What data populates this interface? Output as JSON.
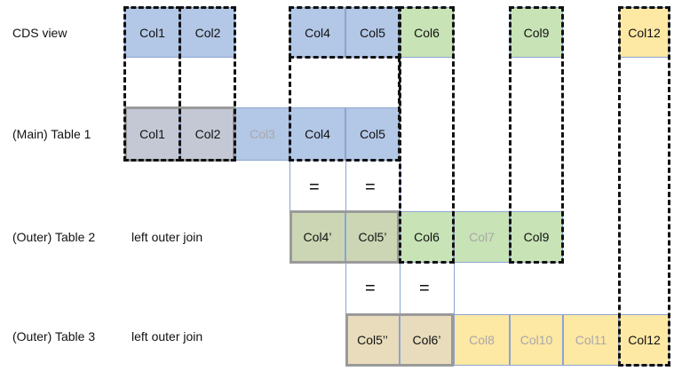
{
  "rows": {
    "cds": {
      "label": "CDS view",
      "cells": [
        "Col1",
        "Col2",
        "Col4",
        "Col5",
        "Col6",
        "Col9",
        "Col12"
      ]
    },
    "table1": {
      "label": "(Main) Table 1",
      "cells": [
        "Col1",
        "Col2",
        "Col3",
        "Col4",
        "Col5"
      ]
    },
    "table2": {
      "label": "(Outer) Table 2",
      "join": "left outer join",
      "cells": [
        "Col4’",
        "Col5’",
        "Col6",
        "Col7",
        "Col9"
      ]
    },
    "table3": {
      "label": "(Outer) Table 3",
      "join": "left outer join",
      "cells": [
        "Col5’’",
        "Col6’",
        "Col8",
        "Col10",
        "Col11",
        "Col12"
      ]
    }
  },
  "equals": [
    "=",
    "=",
    "=",
    "="
  ],
  "colors": {
    "blue": "#b3c7e6",
    "grey": "#c3c8d4",
    "green": "#c8e3b6",
    "olive": "#ccd6b4",
    "yellow": "#fde8a4",
    "tan": "#e8dcbc",
    "faded_text": "#a8a8a8"
  }
}
